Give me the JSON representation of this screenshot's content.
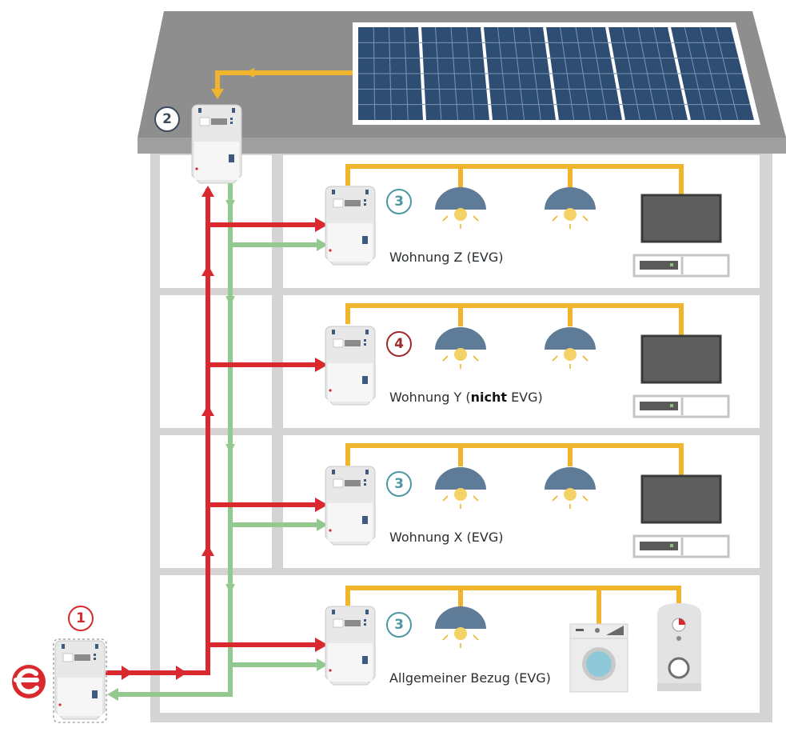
{
  "colors": {
    "grid_import": "#d9292e",
    "solar_feed": "#93c98e",
    "wiring": "#f0b52d",
    "badge_1": "#d9292e",
    "badge_2": "#3c4b5c",
    "badge_3": "#4b97a2",
    "badge_4": "#9e2a2b",
    "roof": "#8e8e8e",
    "building": "#d4d4d4"
  },
  "badges": {
    "b1": "1",
    "b2": "2",
    "b3_z": "3",
    "b4_y": "4",
    "b3_x": "3",
    "b3_general": "3"
  },
  "labels": {
    "wohnung_z": "Wohnung Z (EVG)",
    "wohnung_y_prefix": "Wohnung Y (",
    "wohnung_y_bold": "nicht",
    "wohnung_y_suffix": " EVG)",
    "wohnung_x": "Wohnung X (EVG)",
    "allgemein": "Allgemeiner Bezug (EVG)"
  },
  "icons": {
    "utility_logo": "e-logo-icon",
    "solar": "solar-panel-icon",
    "meter": "electricity-meter-icon",
    "lamp": "ceiling-lamp-icon",
    "tv": "television-icon",
    "washer": "washing-machine-icon",
    "boiler": "water-heater-icon"
  }
}
